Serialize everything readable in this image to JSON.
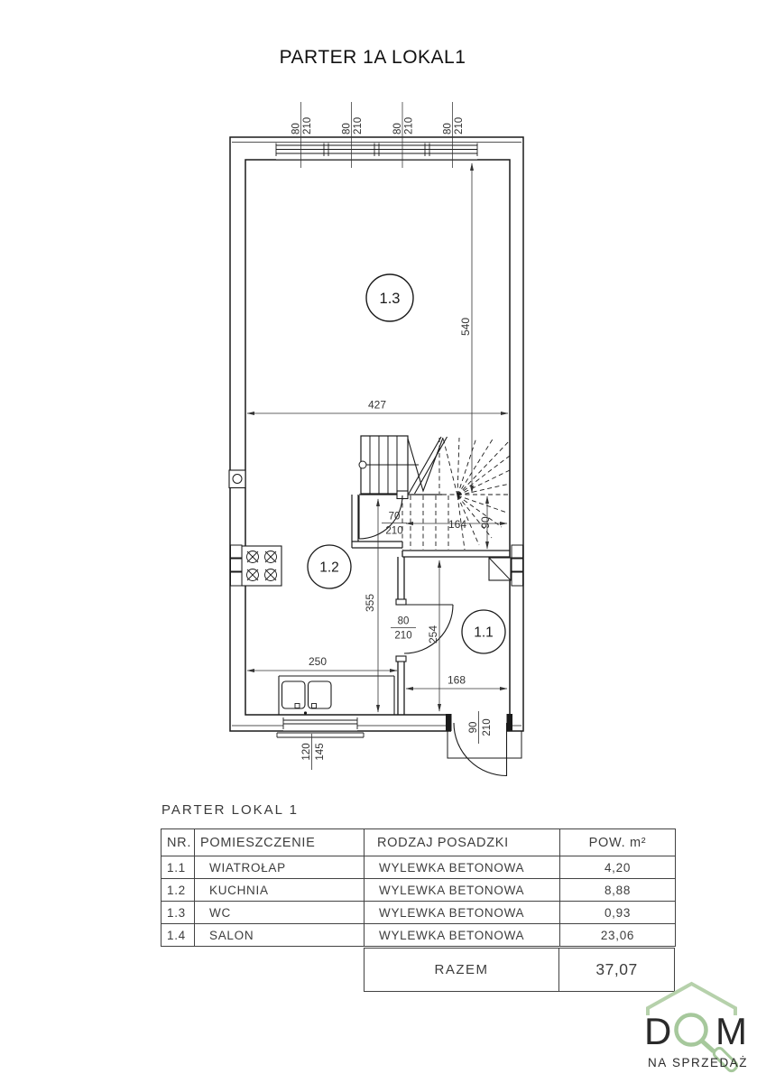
{
  "title": "PARTER 1A LOKAL1",
  "plan": {
    "windows_top": [
      {
        "w": "80",
        "h": "210"
      },
      {
        "w": "80",
        "h": "210"
      },
      {
        "w": "80",
        "h": "210"
      },
      {
        "w": "80",
        "h": "210"
      }
    ],
    "dims": {
      "height_main": "540",
      "width_main": "427",
      "kitchen_height": "355",
      "kitchen_width": "250",
      "hall_height": "254",
      "hall_width": "168",
      "stair_width": "164",
      "stair_depth": "90"
    },
    "doors": {
      "wc": {
        "w": "70",
        "h": "210"
      },
      "kitchen": {
        "w": "80",
        "h": "210"
      },
      "entry": {
        "w": "90",
        "h": "210"
      }
    },
    "window_bottom": {
      "w": "120",
      "h": "145"
    },
    "rooms": {
      "salon": "1.3",
      "kitchen": "1.2",
      "hall": "1.1"
    }
  },
  "table": {
    "heading": "PARTER LOKAL 1",
    "columns": [
      "NR.",
      "POMIESZCZENIE",
      "RODZAJ POSADZKI",
      "POW. m²"
    ],
    "rows": [
      {
        "nr": "1.1",
        "name": "WIATROŁAP",
        "floor": "WYLEWKA BETONOWA",
        "area": "4,20"
      },
      {
        "nr": "1.2",
        "name": "KUCHNIA",
        "floor": "WYLEWKA BETONOWA",
        "area": "8,88"
      },
      {
        "nr": "1.3",
        "name": "WC",
        "floor": "WYLEWKA BETONOWA",
        "area": "0,93"
      },
      {
        "nr": "1.4",
        "name": "SALON",
        "floor": "WYLEWKA BETONOWA",
        "area": "23,06"
      }
    ],
    "total_label": "RAZEM",
    "total_value": "37,07"
  },
  "logo": {
    "letter_d": "D",
    "letter_m": "M",
    "subtitle_light": "NA",
    "subtitle_dark": "SPRZEDAŻ",
    "colors": {
      "green_light": "#a6c89c",
      "green_sage": "#87a08b",
      "roof": "#b6d1ab",
      "text_dark": "#4a4a4a"
    }
  }
}
